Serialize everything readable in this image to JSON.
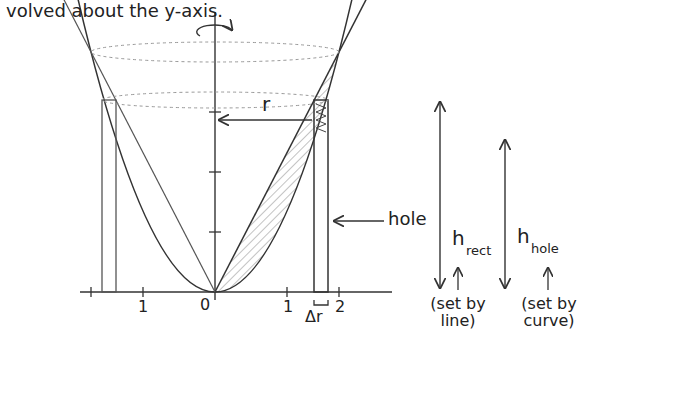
{
  "diagram": {
    "labels": [
      "volved about the y-axis.",
      "r",
      "hole",
      "h",
      "rect",
      "h",
      "hole",
      "(set by line)",
      "(set by curve)",
      "1",
      "0",
      "1",
      "2",
      "Δr"
    ]
  }
}
